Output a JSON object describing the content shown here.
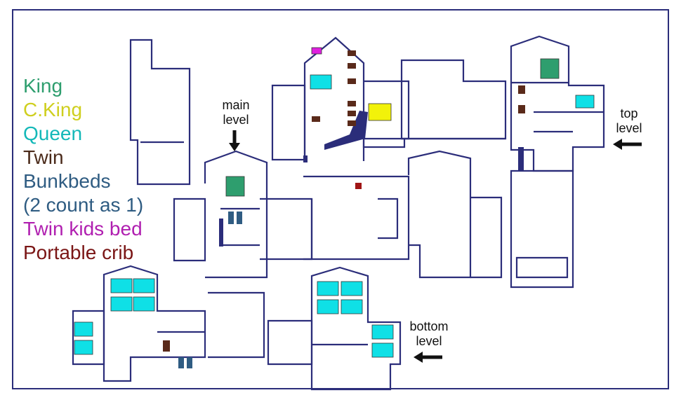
{
  "legend": {
    "items": [
      {
        "label": "King",
        "color": "#2e9e6e"
      },
      {
        "label": "C.King",
        "color": "#cfcf1f"
      },
      {
        "label": "Queen",
        "color": "#14b8b8"
      },
      {
        "label": "Twin",
        "color": "#4a2a1a"
      },
      {
        "label": "Bunkbeds",
        "color": "#2f5c82"
      },
      {
        "label": "(2 count as 1)",
        "color": "#2f5c82"
      },
      {
        "label": "Twin kids bed",
        "color": "#b01fb0"
      },
      {
        "label": "Portable crib",
        "color": "#7a1515"
      }
    ]
  },
  "levels": {
    "main": "main level",
    "top": "top level",
    "bottom": "bottom level"
  },
  "colors": {
    "wall": "#2b2d7a",
    "king": "#2e9e6e",
    "cking": "#f2f20a",
    "queen": "#0fe0e6",
    "twin": "#4a2a1a",
    "bunk": "#2f5c82",
    "kids": "#e01fe0",
    "crib": "#a01515"
  }
}
